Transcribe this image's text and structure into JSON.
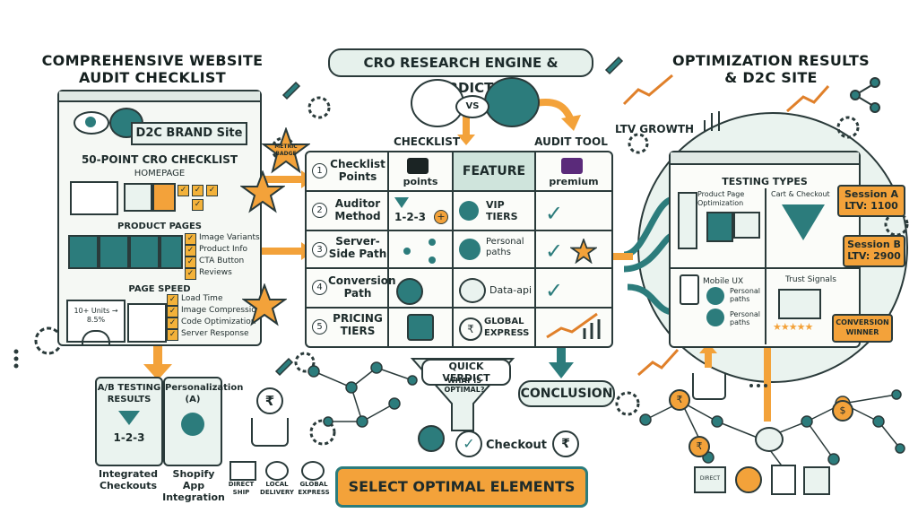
{
  "left": {
    "title_line1": "COMPREHENSIVE WEBSITE",
    "title_line2": "AUDIT CHECKLIST",
    "brand_site": "D2C BRAND Site",
    "checklist_title": "50-POINT CRO CHECKLIST",
    "homepage": "HOMEPAGE",
    "product_pages": "PRODUCT PAGES",
    "product_items": [
      "Image Variants",
      "Product Info",
      "CTA Button",
      "Reviews"
    ],
    "page_speed": "PAGE SPEED",
    "speed_items": [
      "Load Time",
      "Image Compression",
      "Code Optimization",
      "Server Response"
    ],
    "speed_stat": "10+ Units → 8.5%",
    "metric_badge": "METRIC BADGE",
    "ab_testing": "A/B TESTING RESULTS",
    "ab_sequence": "1-2-3",
    "personalization": "Personalization (A)",
    "integrated_checkouts": "Integrated Checkouts",
    "shopify_integration": "Shopify App Integration",
    "shipping": [
      "DIRECT SHIP",
      "LOCAL DELIVERY",
      "GLOBAL EXPRESS"
    ]
  },
  "middle": {
    "title": "CRO RESEARCH ENGINE & VERDICT",
    "vs": "VS",
    "col_checklist": "CHECKLIST",
    "col_audit": "AUDIT TOOL",
    "points": "points",
    "feature": "FEATURE",
    "premium": "premium",
    "rows": [
      {
        "num": "1",
        "label": "Checklist Points"
      },
      {
        "num": "2",
        "label": "Auditor Method",
        "feature": "VIP TIERS"
      },
      {
        "num": "3",
        "label": "Server-Side Path",
        "feature": "Personal paths"
      },
      {
        "num": "4",
        "label": "Conversion Path",
        "feature": "Data-api"
      },
      {
        "num": "5",
        "label": "PRICING TIERS",
        "feature": "GLOBAL EXPRESS"
      }
    ],
    "seq": "1-2-3",
    "quick_verdict": "QUICK VERDICT",
    "what_optimal": "WHAT IS OPTIMAL?",
    "conclusion": "CONCLUSION",
    "checkout": "Checkout",
    "select_optimal": "SELECT OPTIMAL ELEMENTS"
  },
  "right": {
    "title_line1": "OPTIMIZATION RESULTS",
    "title_line2": "& D2C SITE",
    "ltv_growth": "LTV GROWTH",
    "testing_types": "TESTING TYPES",
    "product_page_opt": "Product Page Optimization",
    "cart_checkout": "Cart & Checkout",
    "session_a": "Session A LTV: 1100",
    "session_b": "Session B LTV: 2900",
    "mobile_ux": "Mobile UX",
    "personal_paths": "Personal paths",
    "trust_signals": "Trust Signals",
    "conversion_winner": "CONVERSION WINNER",
    "direct": "DIRECT"
  },
  "colors": {
    "orange": "#f3a23a",
    "teal": "#2c7c7c",
    "ink": "#2a3a3a",
    "panel": "#eaf3ef"
  }
}
